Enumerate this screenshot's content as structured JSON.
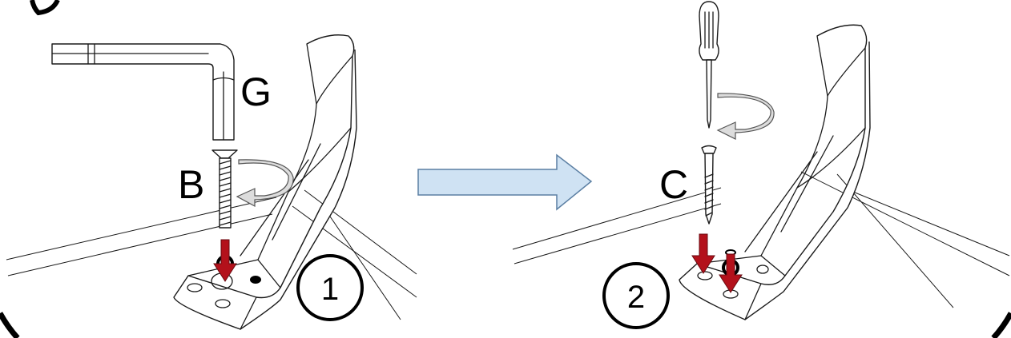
{
  "step1": {
    "number": "1",
    "tool_label": "G",
    "part_label": "B"
  },
  "step2": {
    "number": "2",
    "part_label": "C"
  },
  "colors": {
    "arrow_red": "#b3111b",
    "arrow_blue_fill": "#cfe2f3",
    "arrow_blue_stroke": "#5b7fa3",
    "rotate_grey": "#dcdcdc",
    "line": "#1a1a1a"
  },
  "icons": [
    "hex-key-icon",
    "screwdriver-icon",
    "bolt-icon",
    "wood-screw-icon",
    "rotate-arrow-icon",
    "down-arrow-icon",
    "next-step-arrow-icon"
  ]
}
